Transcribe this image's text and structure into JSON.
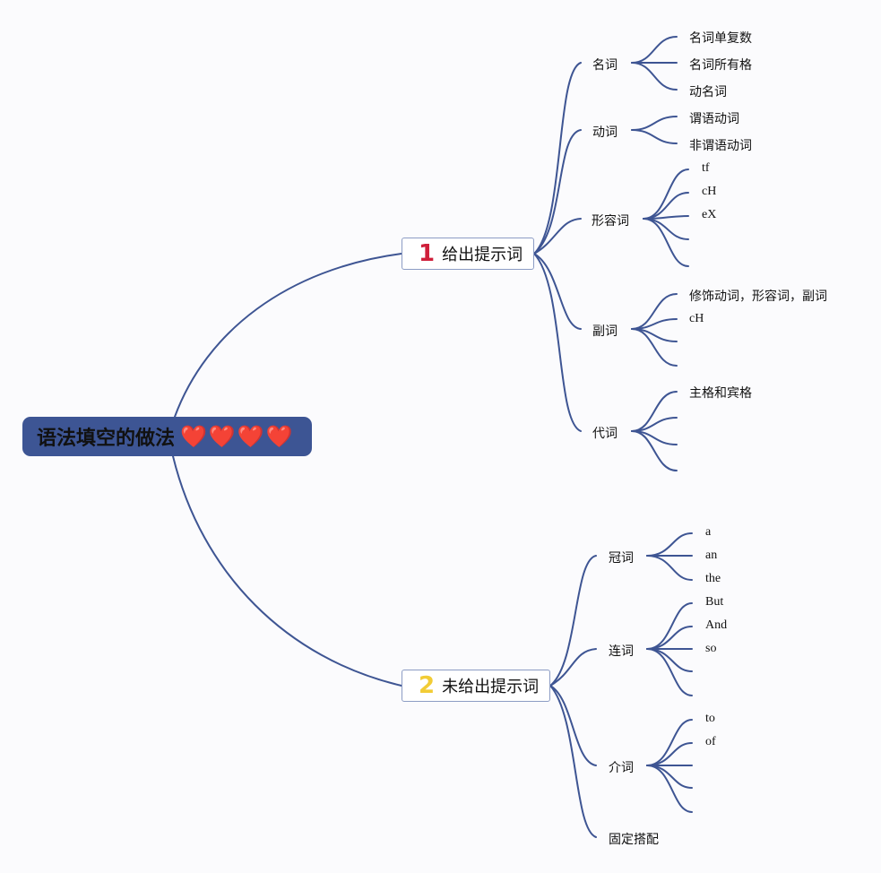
{
  "root": {
    "title": "语法填空的做法",
    "hearts": "❤️❤️❤️❤️"
  },
  "branches": [
    {
      "number": "1",
      "label": "给出提示词",
      "children": [
        {
          "label": "名词",
          "leaves": [
            "名词单复数",
            "名词所有格",
            "动名词"
          ]
        },
        {
          "label": "动词",
          "leaves": [
            "谓语动词",
            "非谓语动词"
          ]
        },
        {
          "label": "形容词",
          "leaves": [
            "tf",
            "cH",
            "eX",
            "",
            ""
          ]
        },
        {
          "label": "副词",
          "leaves": [
            "修饰动词，形容词，副词",
            "cH",
            "",
            ""
          ]
        },
        {
          "label": "代词",
          "leaves": [
            "主格和宾格",
            "",
            "",
            ""
          ]
        }
      ]
    },
    {
      "number": "2",
      "label": "未给出提示词",
      "children": [
        {
          "label": "冠词",
          "leaves": [
            "a",
            "an",
            "the"
          ]
        },
        {
          "label": "连词",
          "leaves": [
            "But",
            "And",
            "so",
            "",
            ""
          ]
        },
        {
          "label": "介词",
          "leaves": [
            "to",
            "of",
            "",
            "",
            ""
          ]
        },
        {
          "label": "固定搭配",
          "leaves": []
        }
      ]
    }
  ],
  "colors": {
    "line": "#3e5593",
    "root_fill": "#3d5594",
    "number_1": "#cf1f3a",
    "number_2": "#f2cc35"
  }
}
